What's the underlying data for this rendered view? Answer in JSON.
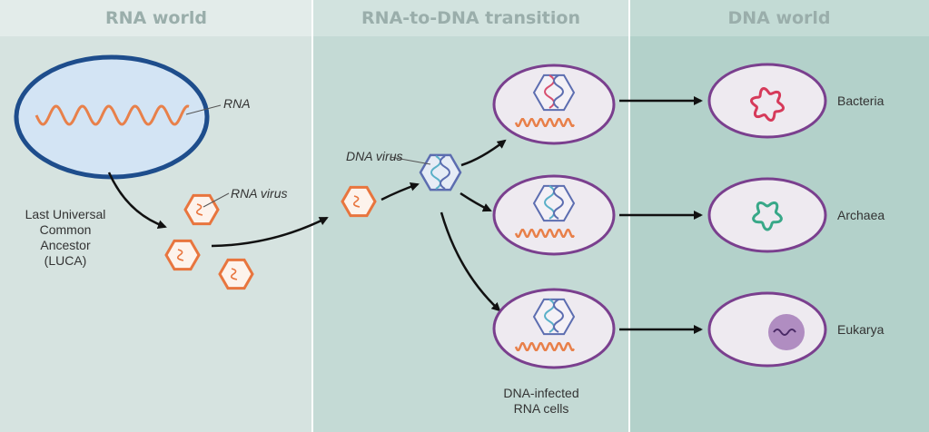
{
  "panels": {
    "rna_world": "RNA world",
    "transition": "RNA-to-DNA transition",
    "dna_world": "DNA world"
  },
  "labels": {
    "rna": "RNA",
    "luca": [
      "Last Universal",
      "Common",
      "Ancestor",
      "(LUCA)"
    ],
    "rna_virus": "RNA virus",
    "dna_virus": "DNA virus",
    "infected_cells": [
      "DNA-infected",
      "RNA cells"
    ]
  },
  "domains": [
    "Bacteria",
    "Archaea",
    "Eukarya"
  ],
  "colors": {
    "rna": "#e8804a",
    "virus_shell": "#e8753e",
    "dna_virus_shell": "#5c6db0",
    "dna_strand_a": "#d85070",
    "dna_strand_b": "#5ab0c8",
    "luca_border": "#1e4d8c",
    "luca_fill": "#d3e4f4",
    "cell_border": "#7a3f8e",
    "cell_fill": "#eeeaf0",
    "bacteria_genome": "#d63a5a",
    "archaea_genome": "#38a888",
    "eukarya_nucleus": "#a47cb8"
  }
}
